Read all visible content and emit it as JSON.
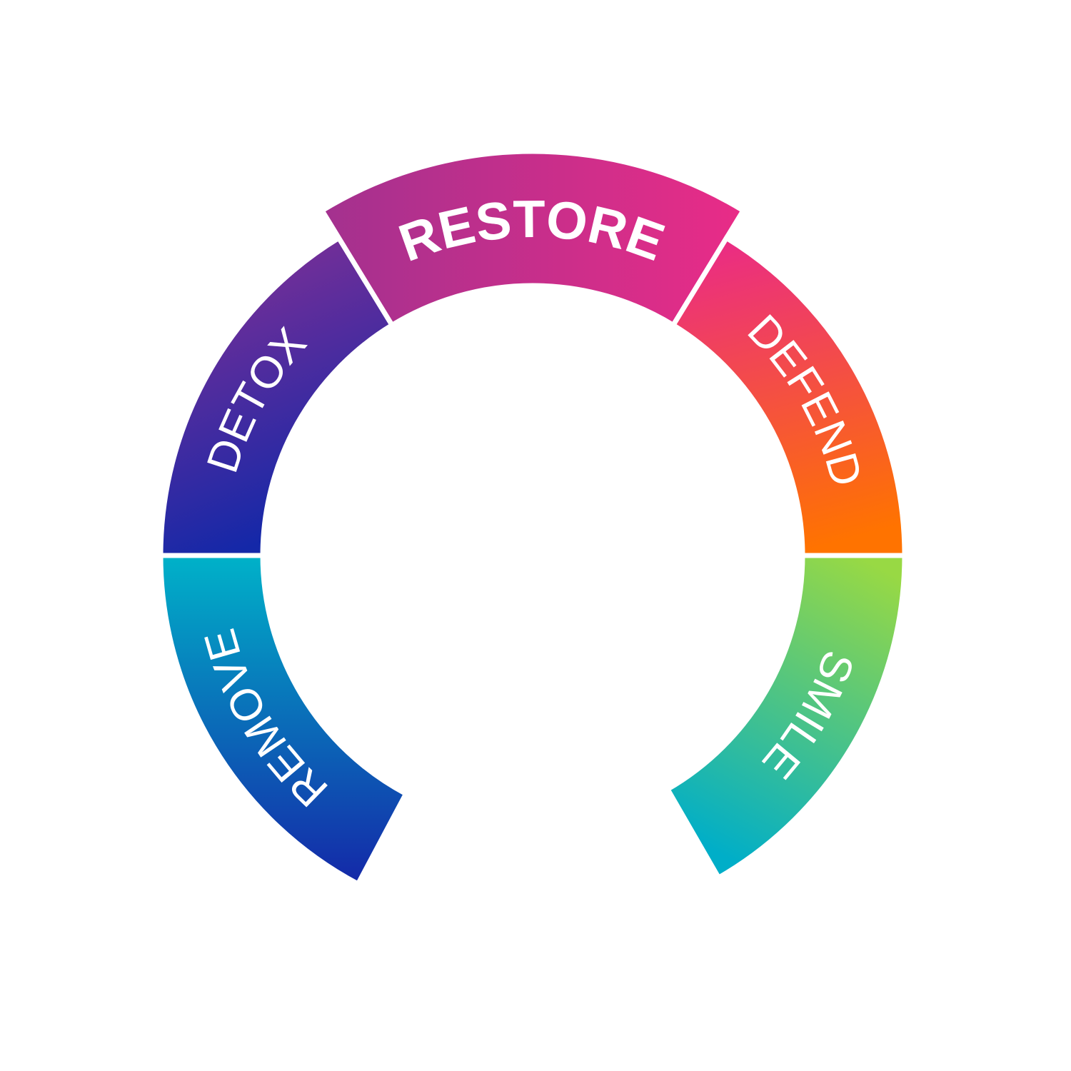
{
  "segments": [
    {
      "label": "DETOX",
      "bold": false,
      "colors": [
        "#8a3094",
        "#1428a8"
      ]
    },
    {
      "label": "RESTORE",
      "bold": true,
      "colors": [
        "#a3318f",
        "#e92c87"
      ]
    },
    {
      "label": "DEFEND",
      "bold": false,
      "colors": [
        "#ea2c84",
        "#ff7300"
      ]
    },
    {
      "label": "SMILE",
      "bold": false,
      "colors": [
        "#98d944",
        "#00aec8"
      ]
    },
    {
      "label": "REMOVE",
      "bold": false,
      "colors": [
        "#1428a8",
        "#00b2c9"
      ]
    }
  ]
}
